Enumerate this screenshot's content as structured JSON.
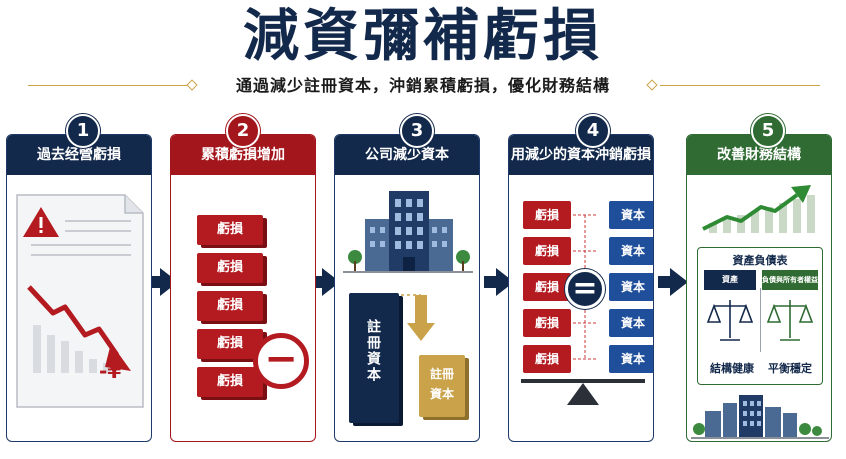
{
  "title": "減資彌補虧損",
  "subtitle": "通過減少註冊資本，沖銷累積虧損，優化財務結構",
  "steps": [
    {
      "number": "1",
      "label": "過去经營虧損"
    },
    {
      "number": "2",
      "label": "累積虧損增加"
    },
    {
      "number": "3",
      "label": "公司減少資本"
    },
    {
      "number": "4",
      "label": "用減少的資本沖銷虧損"
    },
    {
      "number": "5",
      "label": "改善財務結構"
    }
  ],
  "step1": {
    "currency_text": "-¥"
  },
  "step2": {
    "loss_label": "虧損",
    "minus_symbol": "−"
  },
  "step3": {
    "registered_capital": "註冊資本",
    "capital_small": "註冊資本"
  },
  "step4": {
    "loss_label": "虧損",
    "capital_label": "資本",
    "equals_symbol": "="
  },
  "step5": {
    "balance_sheet_title": "資產負債表",
    "assets_label": "資產",
    "liabilities_equity_label": "負債與所有者權益",
    "healthy_label": "結構健康",
    "stable_label": "平衡穩定"
  },
  "colors": {
    "navy": "#13294b",
    "red": "#b31b21",
    "blue": "#1f4e9a",
    "green": "#2f6b32",
    "gold": "#c9a24a"
  }
}
